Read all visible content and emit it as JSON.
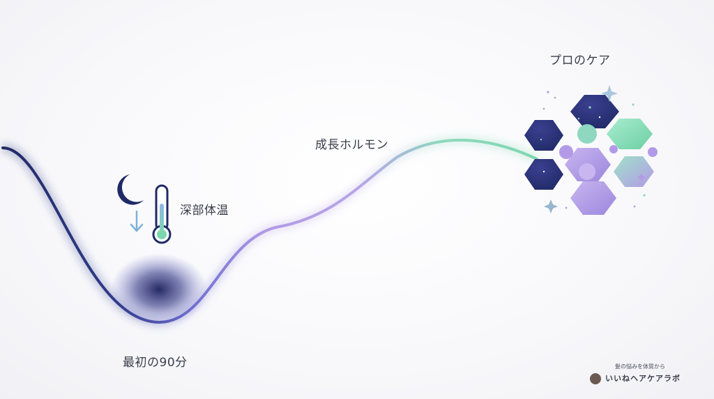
{
  "labels": {
    "sleep_start": "最初の90分",
    "body_temp": "深部体温",
    "growth_hormone": "成長ホルモン",
    "pro_care": "プロのケア"
  },
  "brand": {
    "tagline": "髪の悩みを体質から",
    "name": "いいねヘアケアラボ"
  },
  "icons": {
    "moon": "crescent-moon-icon",
    "down_arrow": "arrow-down-icon",
    "thermometer": "thermometer-icon",
    "hex_cluster": "hexagon-cluster-icon",
    "sparkle": "sparkle-icon"
  },
  "colors": {
    "navy": "#1f2a66",
    "indigo": "#303c8c",
    "lavender": "#b39ae6",
    "mint": "#7dd7ae",
    "thermo_fill": "#6a9fd6",
    "text": "#3a3d4a"
  }
}
